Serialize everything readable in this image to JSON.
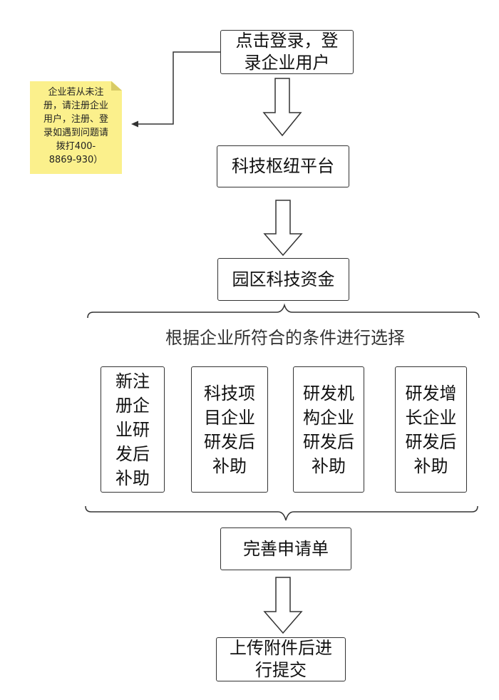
{
  "steps": {
    "login": "点击登录，登\n录企业用户",
    "platform": "科技枢纽平台",
    "fund": "园区科技资金",
    "complete_form": "完善申请单",
    "upload": "上传附件后进\n行提交"
  },
  "caption": "根据企业所符合的条件进行选择",
  "options": [
    "新注\n册企\n业研\n发后\n补助",
    "科技项\n目企业\n研发后\n补助",
    "研发机\n构企业\n研发后\n补助",
    "研发增\n长企业\n研发后\n补助"
  ],
  "note": "企业若从未注\n册，请注册企业\n用户，注册、登\n录如遇到问题请\n拨打400-\n8869-930）",
  "colors": {
    "note_background": "#fbf08c",
    "line": "#333333"
  }
}
